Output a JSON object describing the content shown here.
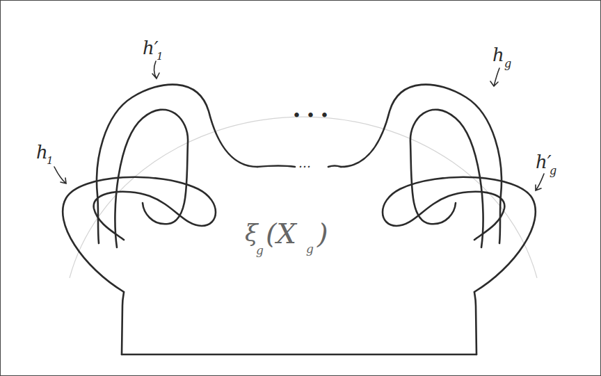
{
  "diagram": {
    "labels": [
      "h′",
      "1",
      "h",
      "1",
      "• • •",
      "…",
      "h",
      "g",
      "h′",
      "g",
      "ξ",
      "g",
      "(X",
      "g",
      ")"
    ]
  }
}
